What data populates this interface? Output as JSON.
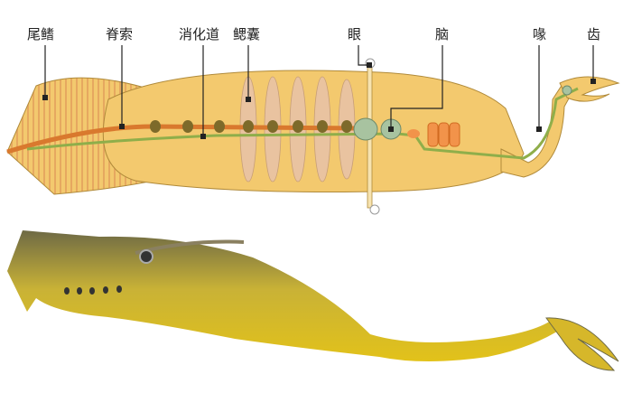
{
  "labels": {
    "tail_fin": "尾鳍",
    "notochord": "脊索",
    "gut": "消化道",
    "gill_pouches": "鳃囊",
    "eye": "眼",
    "brain": "脑",
    "proboscis": "喙",
    "teeth": "齿"
  },
  "colors": {
    "body": "#f3c96e",
    "notochord": "#d9792e",
    "gut": "#8fae4a",
    "gill": "#e9c3a0",
    "segment": "#7d6a2a",
    "brain": "#a8c3a0"
  }
}
